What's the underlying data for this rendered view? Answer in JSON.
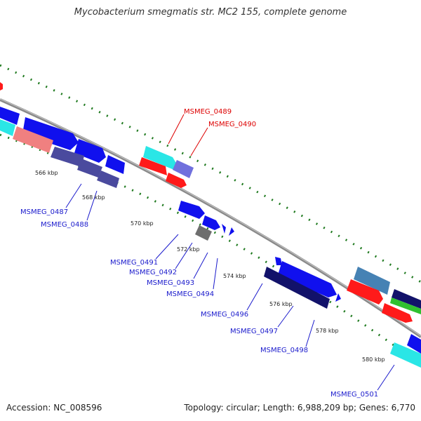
{
  "title": "Mycobacterium smegmatis str. MC2 155, complete genome",
  "footer": {
    "accession": "Accession: NC_008596",
    "summary": "Topology: circular; Length: 6,988,209 bp; Genes: 6,770"
  },
  "colors": {
    "backbone": "#8a8a8a",
    "tick_dots": "#1f7a1f",
    "label_red": "#dd0000",
    "label_blue": "#1a1acc",
    "gene_blue": "#1010ee",
    "gene_red": "#ff1a1a",
    "gene_cyan": "#2ae6e6",
    "gene_navy": "#12126a",
    "gene_slate": "#4a4a9e",
    "gene_gray": "#6e6e6e",
    "gene_salmon": "#f08080",
    "gene_steel": "#4682b4",
    "gene_green": "#30c030",
    "gene_lavender": "#7070dd"
  },
  "tick_labels": [
    "566 kbp",
    "568 kbp",
    "570 kbp",
    "572 kbp",
    "574 kbp",
    "576 kbp",
    "578 kbp",
    "580 kbp"
  ],
  "gene_labels": {
    "red": [
      "MSMEG_0489",
      "MSMEG_0490"
    ],
    "blue": [
      "MSMEG_0487",
      "MSMEG_0488",
      "MSMEG_0491",
      "MSMEG_0492",
      "MSMEG_0493",
      "MSMEG_0494",
      "MSMEG_0496",
      "MSMEG_0497",
      "MSMEG_0498",
      "MSMEG_0501"
    ]
  }
}
